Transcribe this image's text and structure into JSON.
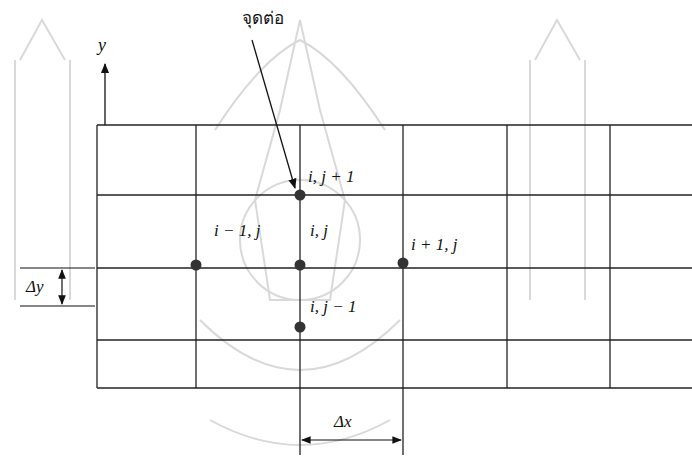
{
  "diagram": {
    "labels": [
      "y",
      "จุดต่อ",
      "i, j + 1",
      "i − 1, j",
      "i, j",
      "i + 1, j",
      "i, j − 1",
      "Δy",
      "Δx"
    ]
  }
}
